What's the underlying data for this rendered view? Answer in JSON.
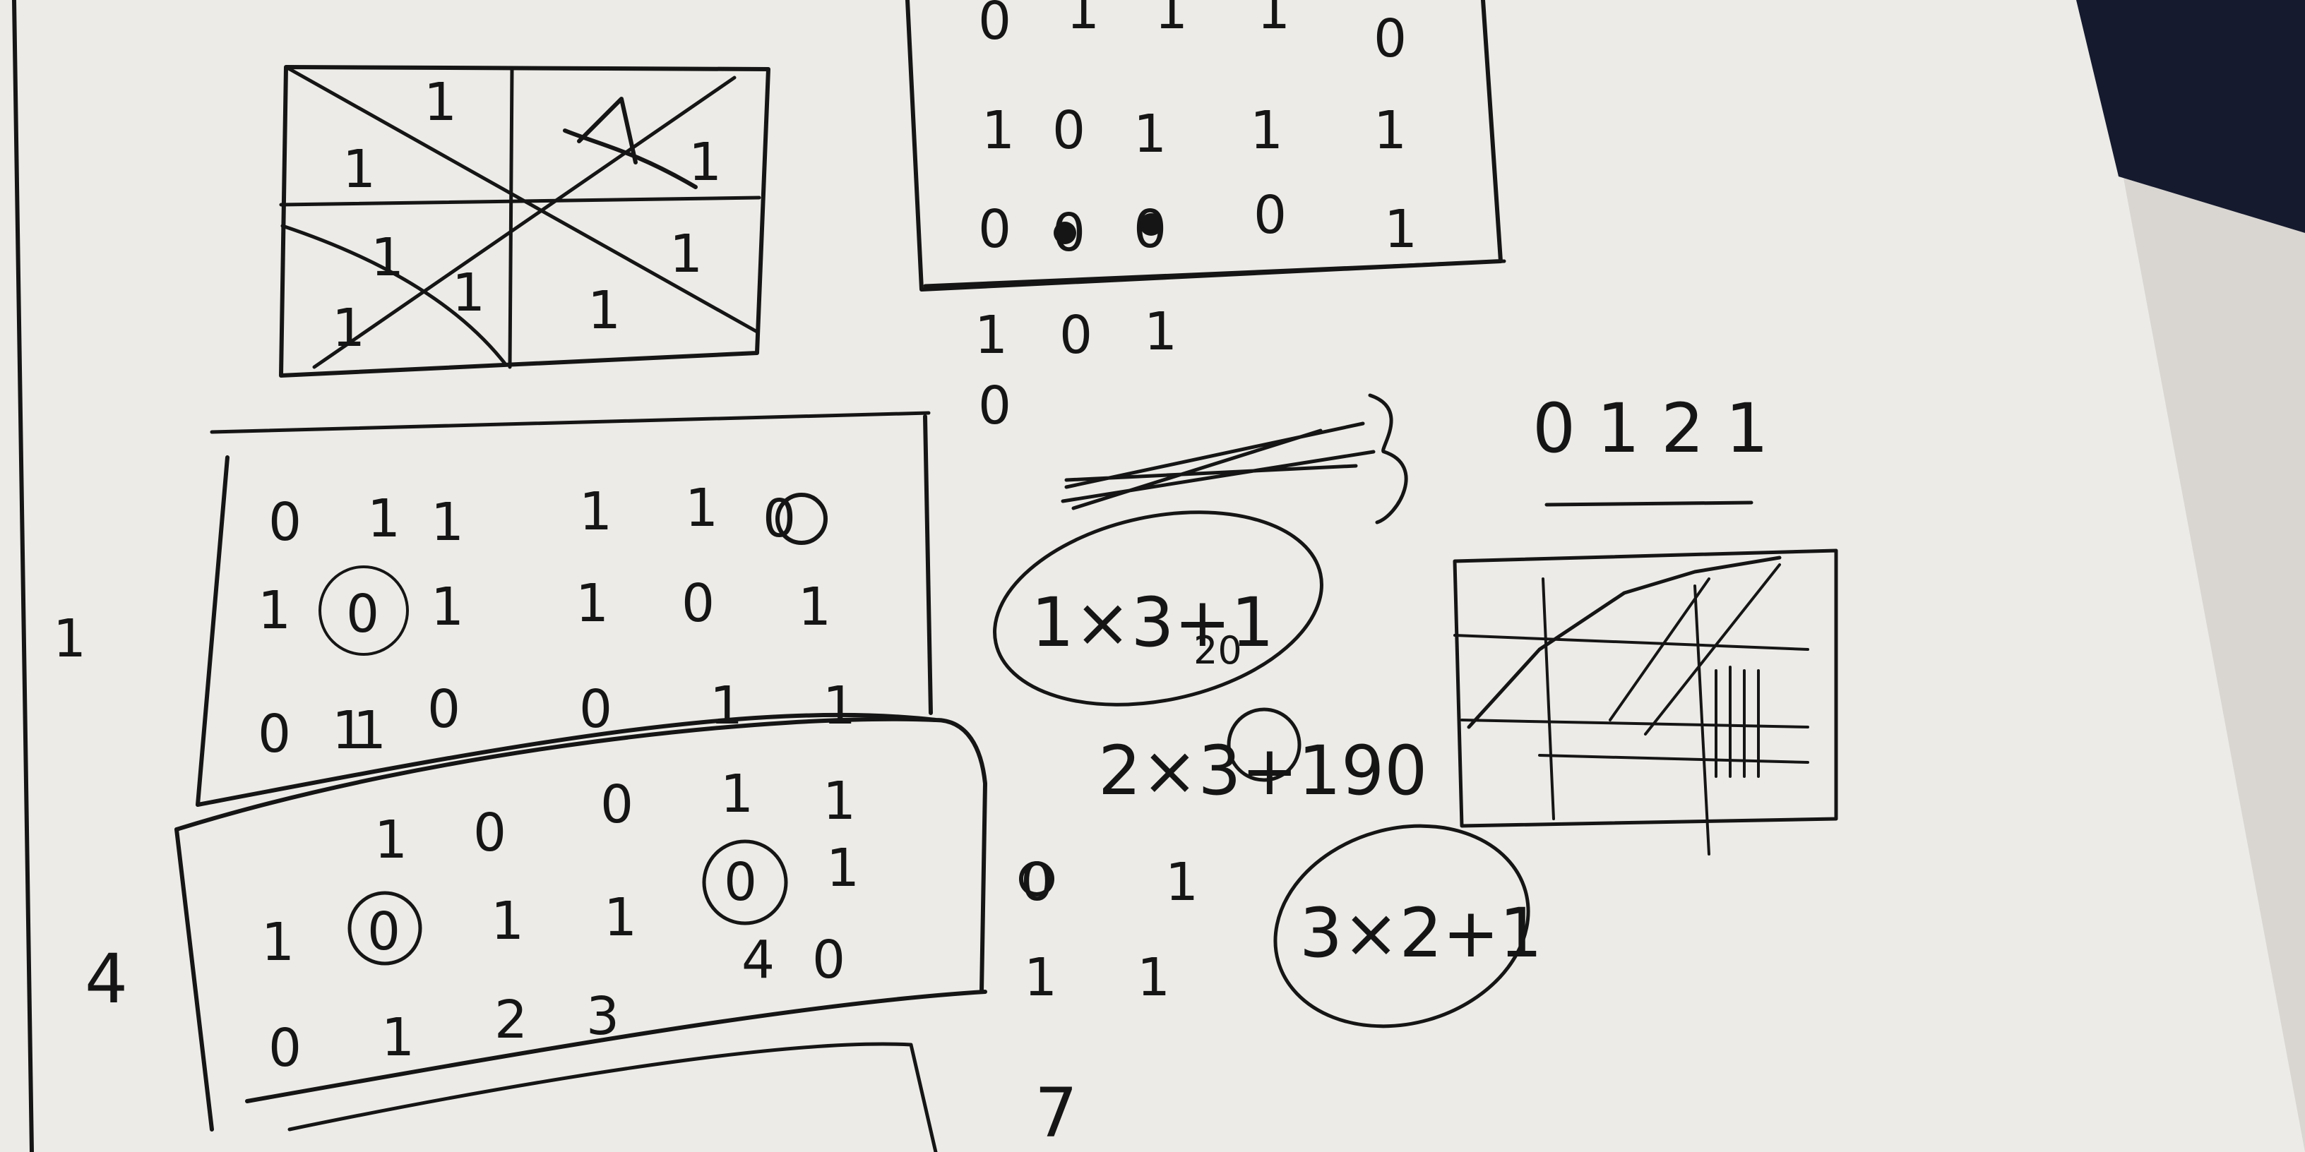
{
  "colors": {
    "paper": "#ecebe7",
    "ink": "#151515",
    "background": "#d9d6d2",
    "dark_corner": "#161a2e"
  },
  "sketch": {
    "grid_a": {
      "cells": [
        "1",
        "1",
        "1",
        "1",
        "1",
        "1",
        "1",
        "1"
      ]
    },
    "grid_b": {
      "rows": [
        [
          "0",
          "1",
          "1",
          "1",
          "0"
        ],
        [
          "1",
          "0",
          "1",
          "1",
          "1"
        ],
        [
          "0",
          "0",
          "0",
          "0",
          "1"
        ]
      ],
      "below_rows": [
        [
          "1",
          "0",
          "1"
        ],
        [
          "0"
        ]
      ]
    },
    "grid_c": {
      "rows": [
        [
          "0",
          "1",
          "1",
          "1",
          "1",
          "0"
        ],
        [
          "1",
          "0",
          "1",
          "1",
          "0",
          "1"
        ],
        [
          "0",
          "1",
          "1",
          "0",
          "0",
          "1",
          "1"
        ]
      ],
      "margin_label": "1"
    },
    "grid_d": {
      "rows": [
        [
          "1",
          "0",
          "0",
          "1",
          "1"
        ],
        [
          "1",
          "0",
          "1",
          "1",
          "0",
          "1"
        ],
        [
          "0",
          "1",
          "2",
          "3",
          "4",
          "0"
        ]
      ],
      "margin_label": "4"
    },
    "right_column": [
      "0",
      "1",
      "1",
      "1",
      "7"
    ],
    "formulas": {
      "f1": "1×3+1",
      "f1_sub": "20",
      "f2": "2×3+190",
      "f3": "3×2+1",
      "top_right_digits": "0121"
    }
  }
}
